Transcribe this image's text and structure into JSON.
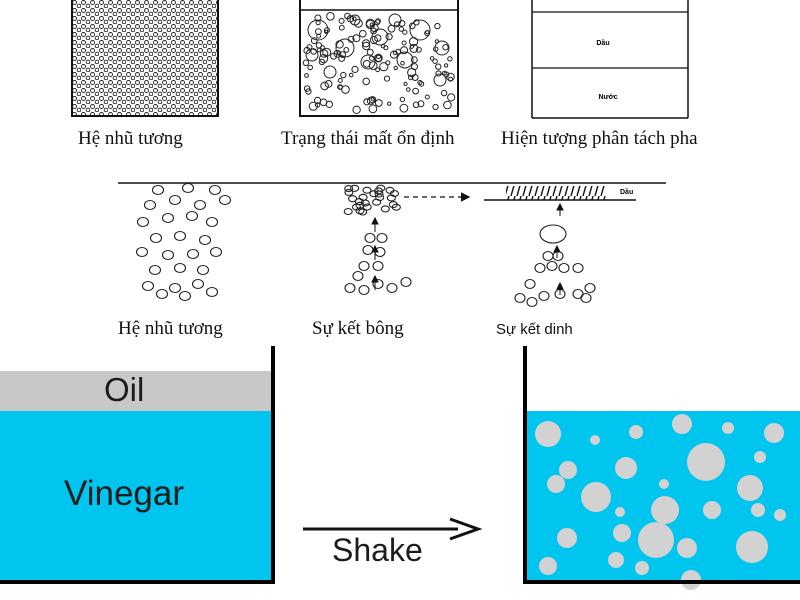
{
  "top_row": {
    "labels": [
      "Hệ nhũ tương",
      "Trạng thái mất ổn định",
      "Hiện  tượng phân tách pha"
    ],
    "box3_layers": [
      "Dầu",
      "Nước"
    ]
  },
  "middle_row": {
    "labels": [
      "Hệ nhũ tương",
      "Sự kết bông",
      "Sự kết dinh"
    ],
    "surface_label": "Dầu"
  },
  "bottom": {
    "oil_label": "Oil",
    "vinegar_label": "Vinegar",
    "action_label": "Shake",
    "colors": {
      "vinegar": "#00c5ef",
      "oil": "#c8c8c8",
      "droplet": "#d2d2d2",
      "wall": "#000000"
    }
  }
}
